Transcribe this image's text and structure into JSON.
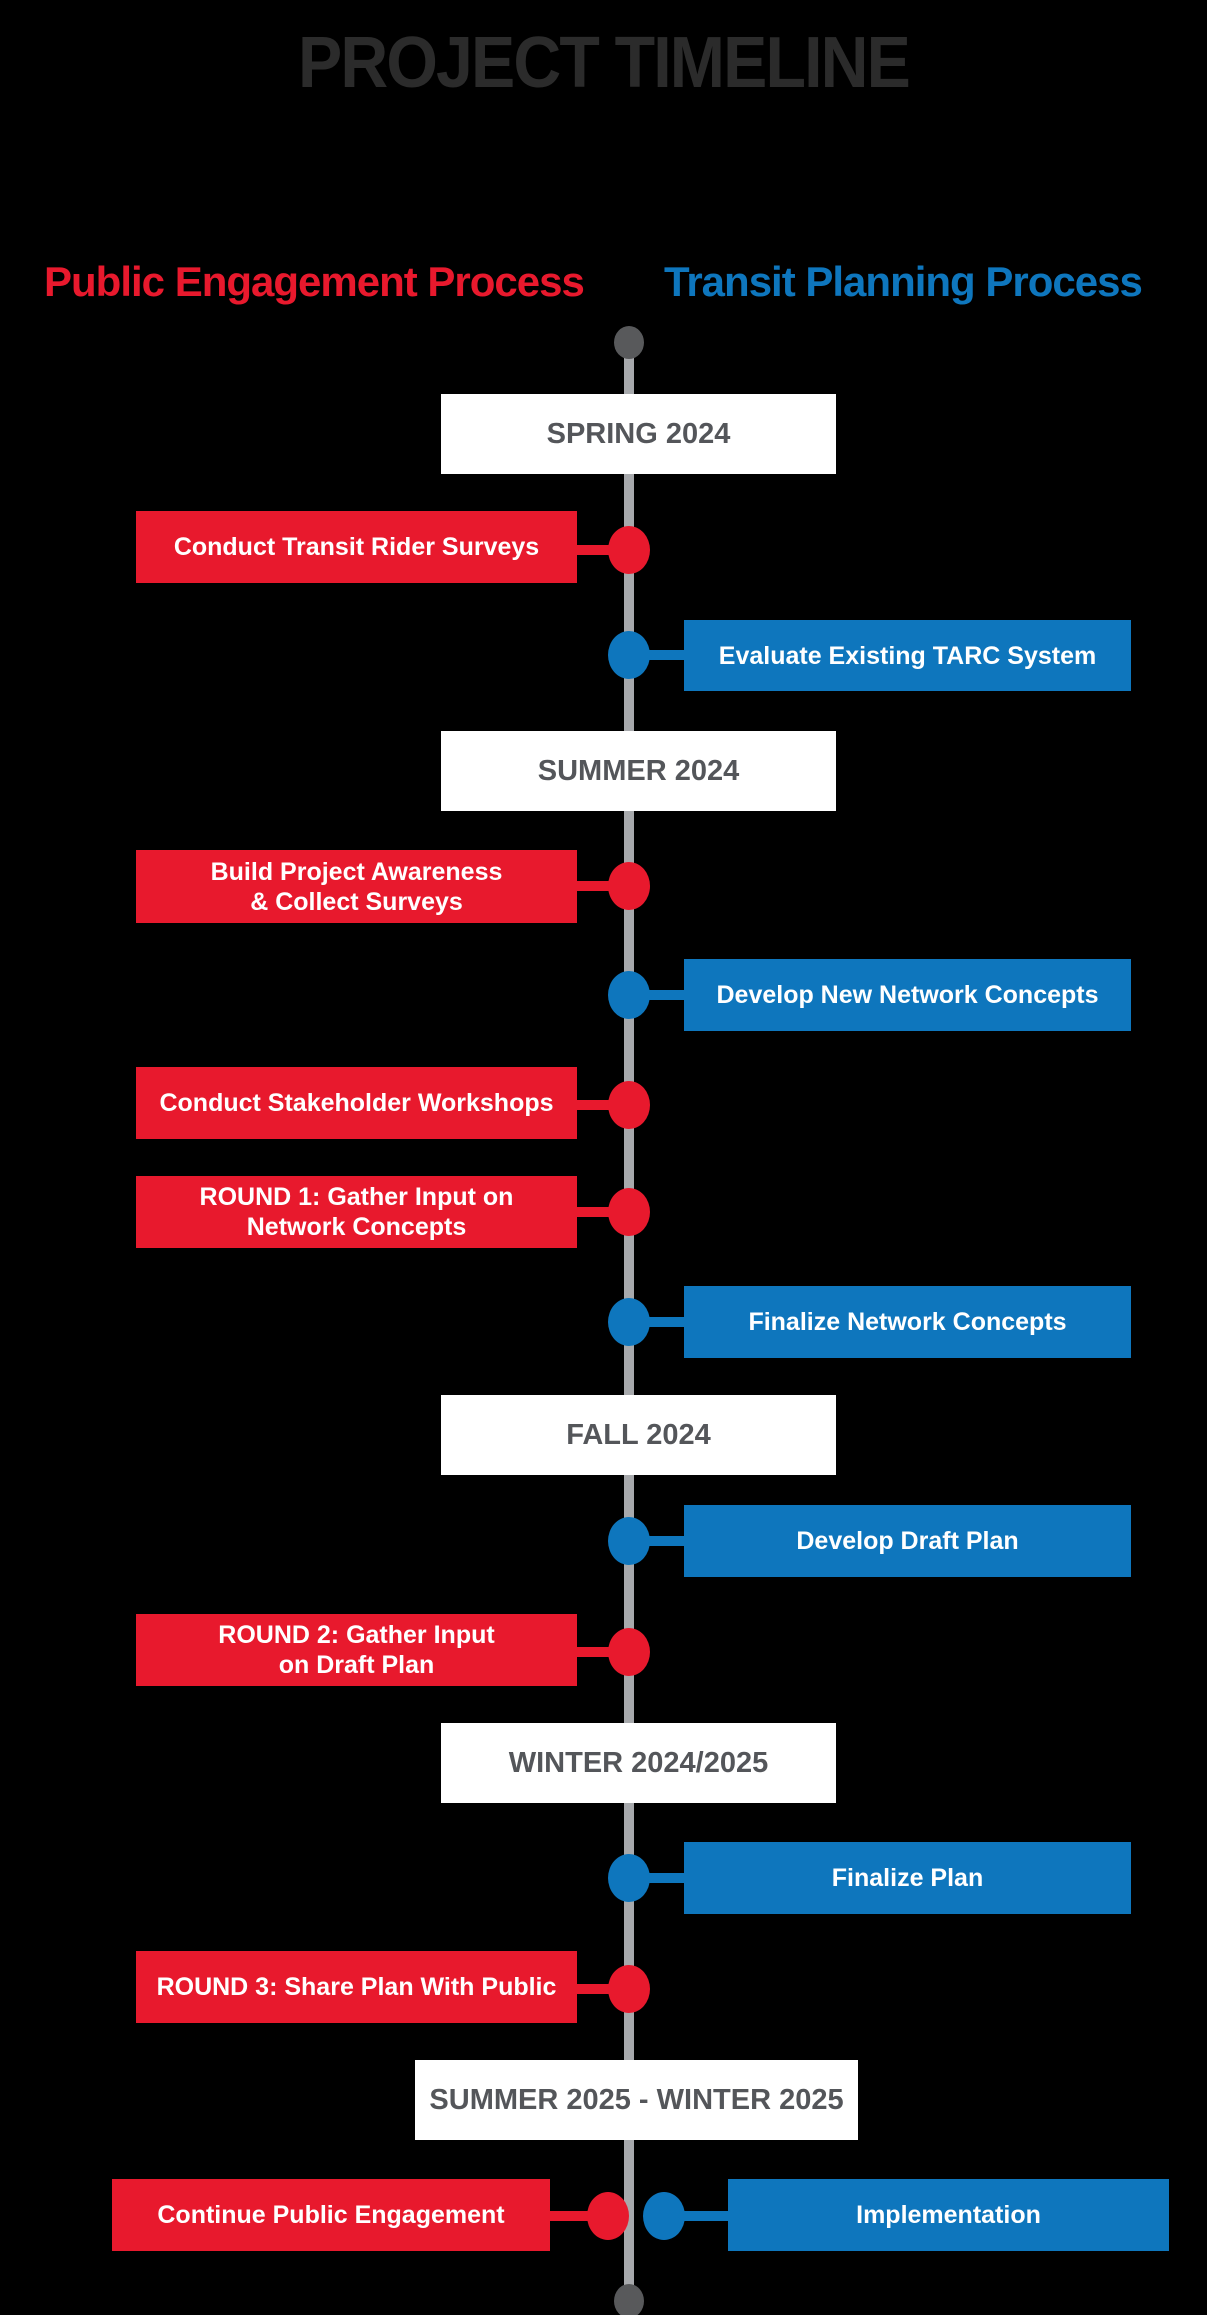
{
  "title": "PROJECT TIMELINE",
  "headers": {
    "left": "Public Engagement Process",
    "right": "Transit Planning Process"
  },
  "palette": {
    "background": "#000000",
    "engagement_red": "#e8192d",
    "planning_blue": "#0e76bd",
    "timeline_line_gray": "#a7a9ac",
    "endpoint_dot_gray": "#58595b",
    "season_box_bg": "#ffffff",
    "season_text": "#54565a",
    "title_text": "#2b2b2b",
    "event_text": "#ffffff"
  },
  "seasons": [
    {
      "label": "SPRING 2024"
    },
    {
      "label": "SUMMER 2024"
    },
    {
      "label": "FALL 2024"
    },
    {
      "label": "WINTER 2024/2025"
    },
    {
      "label": "SUMMER 2025 - WINTER 2025"
    }
  ],
  "events": [
    {
      "side": "left",
      "track": "Public Engagement Process",
      "label": "Conduct Transit Rider Surveys"
    },
    {
      "side": "right",
      "track": "Transit Planning Process",
      "label": "Evaluate Existing TARC System"
    },
    {
      "side": "left",
      "track": "Public Engagement Process",
      "label": "Build Project Awareness\n& Collect Surveys"
    },
    {
      "side": "right",
      "track": "Transit Planning Process",
      "label": "Develop New Network Concepts"
    },
    {
      "side": "left",
      "track": "Public Engagement Process",
      "label": "Conduct Stakeholder Workshops"
    },
    {
      "side": "left",
      "track": "Public Engagement Process",
      "label": "ROUND 1: Gather Input on\nNetwork Concepts"
    },
    {
      "side": "right",
      "track": "Transit Planning Process",
      "label": "Finalize Network Concepts"
    },
    {
      "side": "right",
      "track": "Transit Planning Process",
      "label": "Develop Draft Plan"
    },
    {
      "side": "left",
      "track": "Public Engagement Process",
      "label": "ROUND 2: Gather Input\non Draft Plan"
    },
    {
      "side": "right",
      "track": "Transit Planning Process",
      "label": "Finalize Plan"
    },
    {
      "side": "left",
      "track": "Public Engagement Process",
      "label": "ROUND 3: Share Plan With Public"
    },
    {
      "side": "left",
      "track": "Public Engagement Process",
      "label": "Continue Public Engagement"
    },
    {
      "side": "right",
      "track": "Transit Planning Process",
      "label": "Implementation"
    }
  ]
}
